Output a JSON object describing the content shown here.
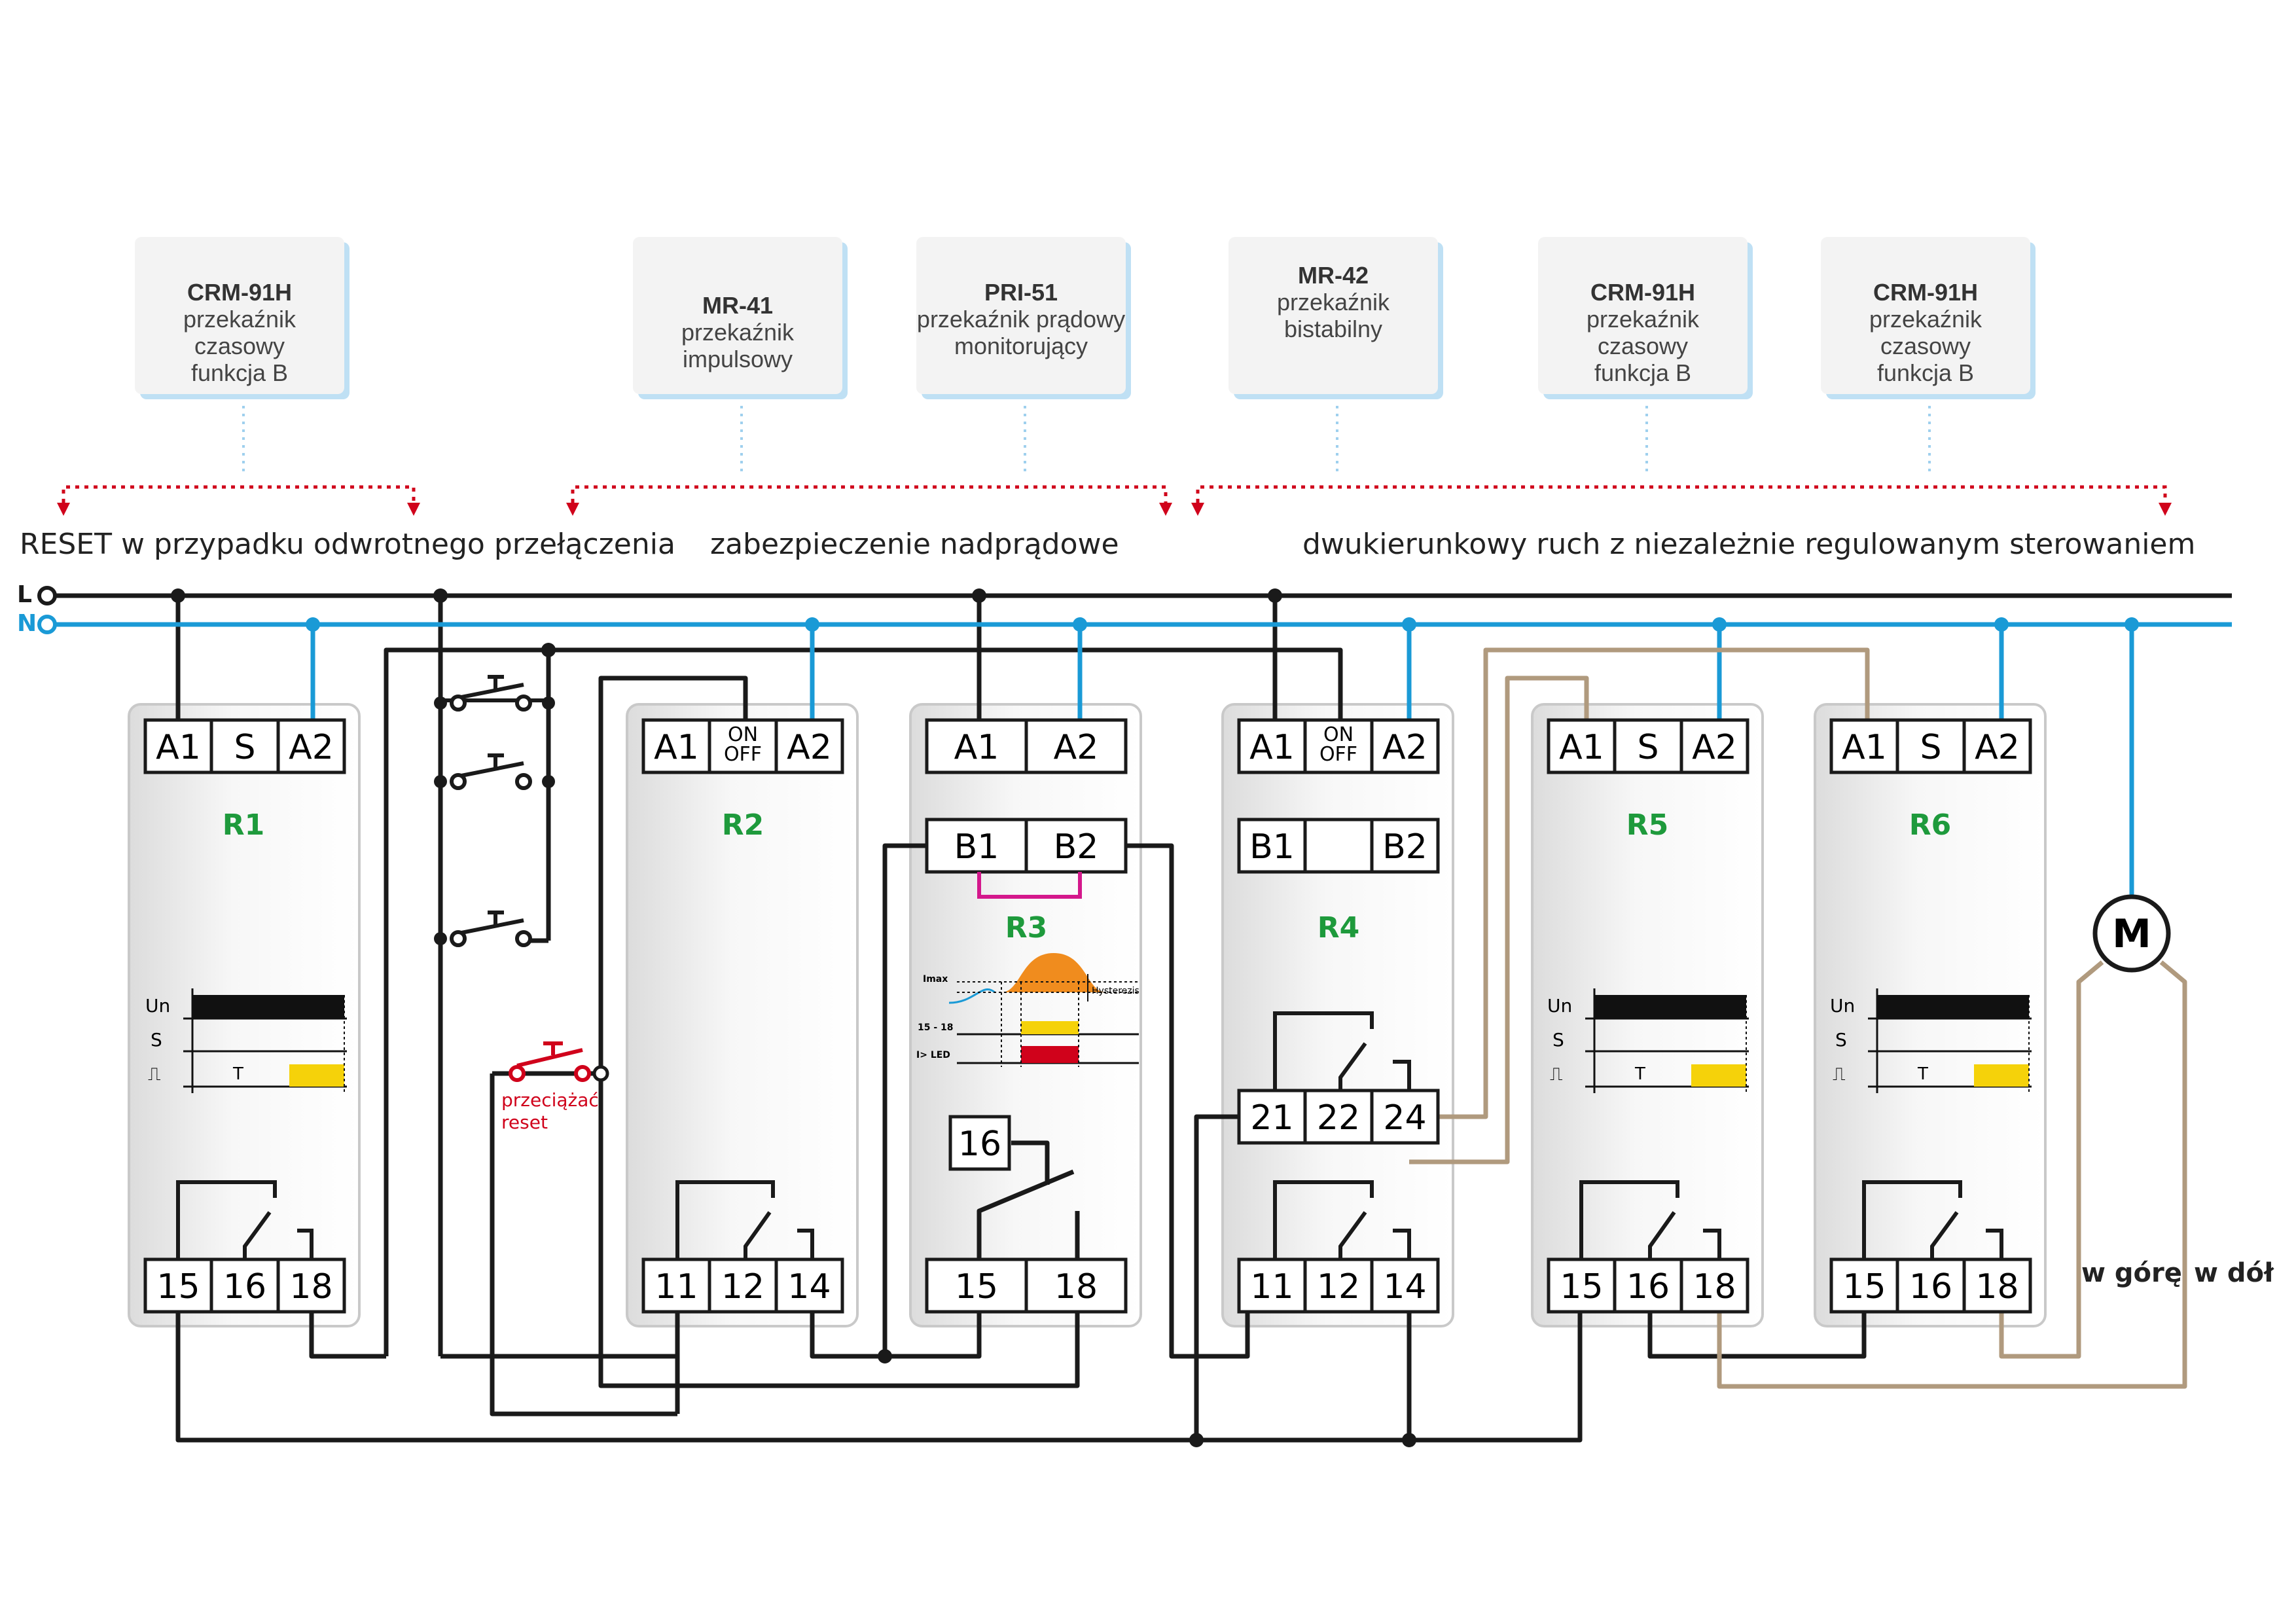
{
  "bus": {
    "l_label": "L",
    "n_label": "N"
  },
  "cards": [
    {
      "model": "CRM-91H",
      "line2": "przekaźnik czasowy",
      "line3": "funkcja B"
    },
    {
      "model": "MR-41",
      "line2": "przekaźnik",
      "line3": "impulsowy"
    },
    {
      "model": "PRI-51",
      "line2": "przekaźnik prądowy",
      "line3": "monitorujący"
    },
    {
      "model": "MR-42",
      "line2": "przekaźnik",
      "line3": "bistabilny"
    },
    {
      "model": "CRM-91H",
      "line2": "przekaźnik czasowy",
      "line3": "funkcja B"
    },
    {
      "model": "CRM-91H",
      "line2": "przekaźnik czasowy",
      "line3": "funkcja B"
    }
  ],
  "sections": [
    "RESET w przypadku odwrotnego przełączenia",
    "zabezpieczenie nadprądowe",
    "dwukierunkowy ruch z niezależnie regulowanym sterowaniem"
  ],
  "relays": {
    "r1": {
      "name": "R1",
      "top": [
        "A1",
        "S",
        "A2"
      ],
      "bottom": [
        "15",
        "16",
        "18"
      ]
    },
    "r2": {
      "name": "R2",
      "top": [
        "A1",
        "ON",
        "OFF",
        "A2"
      ],
      "bottom": [
        "11",
        "12",
        "14"
      ]
    },
    "r3": {
      "name": "R3",
      "top": [
        "A1",
        "A2"
      ],
      "mid": [
        "B1",
        "B2"
      ],
      "contact": "16",
      "bottom": [
        "15",
        "18"
      ]
    },
    "r4": {
      "name": "R4",
      "top": [
        "A1",
        "ON",
        "OFF",
        "A2"
      ],
      "mid": [
        "B1",
        "B2"
      ],
      "contacts": [
        "21",
        "22",
        "24"
      ],
      "bottom": [
        "11",
        "12",
        "14"
      ]
    },
    "r5": {
      "name": "R5",
      "top": [
        "A1",
        "S",
        "A2"
      ],
      "bottom": [
        "15",
        "16",
        "18"
      ]
    },
    "r6": {
      "name": "R6",
      "top": [
        "A1",
        "S",
        "A2"
      ],
      "bottom": [
        "15",
        "16",
        "18"
      ]
    }
  },
  "timing": {
    "un": "Un",
    "s": "S",
    "t": "T"
  },
  "r3_graph": {
    "imax": "Imax",
    "hysteresis": "Hysterezis",
    "row1": "15 - 18",
    "row2": "I> LED"
  },
  "reset_button": {
    "line1": "przeciążać",
    "line2": "reset"
  },
  "motor": {
    "label": "M",
    "up": "w górę",
    "down": "w dół"
  },
  "colors": {
    "line_l": "#1a1a1a",
    "line_n": "#1a9ad6",
    "motor_wire": "#b09a7e",
    "reset": "#d0021b",
    "relay_name": "#1e9a3c",
    "bridge": "#d4188c",
    "timer_fill": "#f5d20a"
  }
}
